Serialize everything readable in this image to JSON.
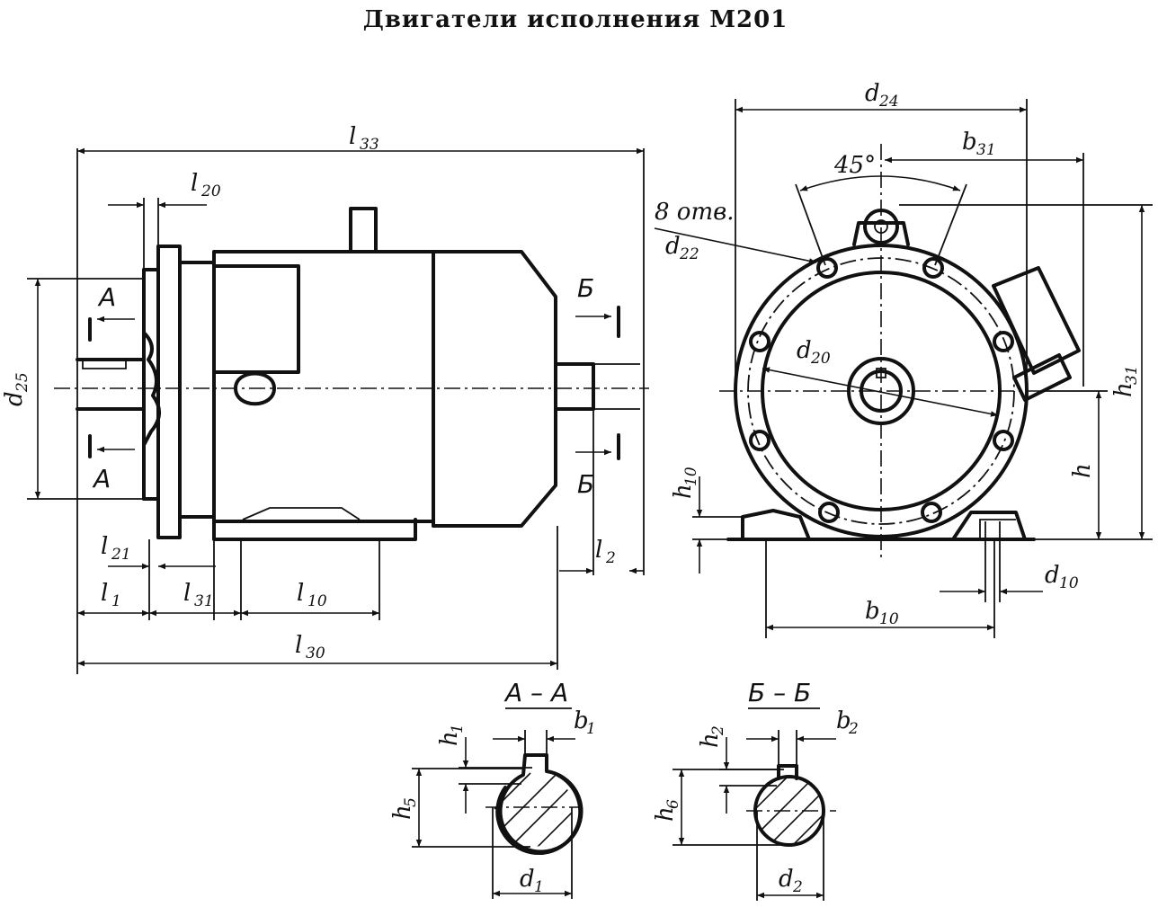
{
  "title": "Двигатели исполнения М201",
  "labels": {
    "l33": "l",
    "l33_sub": "33",
    "l20": "l",
    "l20_sub": "20",
    "l21": "l",
    "l21_sub": "21",
    "l1": "l",
    "l1_sub": "1",
    "l31": "l",
    "l31_sub": "31",
    "l10": "l",
    "l10_sub": "10",
    "l30": "l",
    "l30_sub": "30",
    "l2": "l",
    "l2_sub": "2",
    "d25": "d",
    "d25_sub": "25",
    "d24": "d",
    "d24_sub": "24",
    "b31": "b",
    "b31_sub": "31",
    "angle": "45°",
    "holes": "8 отв.",
    "d22": "d",
    "d22_sub": "22",
    "d20": "d",
    "d20_sub": "20",
    "h31": "h",
    "h31_sub": "31",
    "h": "h",
    "h10": "h",
    "h10_sub": "10",
    "d10": "d",
    "d10_sub": "10",
    "b10": "b",
    "b10_sub": "10",
    "cut_a": "А",
    "cut_b": "Б",
    "section_aa": "А – А",
    "section_bb": "Б – Б",
    "h1": "h",
    "h1_sub": "1",
    "b1": "b",
    "b1_sub": "1",
    "h5": "h",
    "h5_sub": "5",
    "d1": "d",
    "d1_sub": "1",
    "h2": "h",
    "h2_sub": "2",
    "b2": "b",
    "b2_sub": "2",
    "h6": "h",
    "h6_sub": "6",
    "d2": "d",
    "d2_sub": "2"
  }
}
